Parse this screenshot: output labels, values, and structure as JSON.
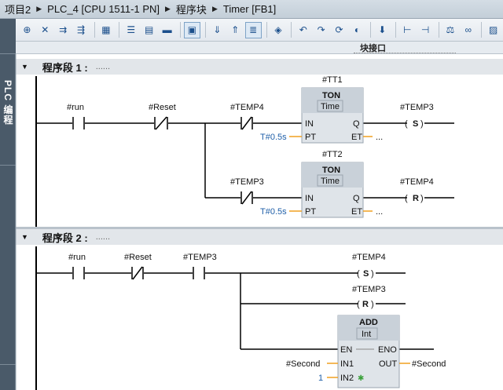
{
  "breadcrumb": [
    "项目2",
    "PLC_4 [CPU 1511-1 PN]",
    "程序块",
    "Timer [FB1]"
  ],
  "toolbar": {
    "buttons": [
      {
        "name": "insert-network-icon",
        "glyph": "⊕"
      },
      {
        "name": "delete-network-icon",
        "glyph": "✕"
      },
      {
        "name": "insert-row-icon",
        "glyph": "⇉"
      },
      {
        "name": "add-row-icon",
        "glyph": "⇶"
      },
      {
        "name": "block-call-icon",
        "glyph": "▦"
      },
      {
        "name": "absolute-operands-icon",
        "glyph": "☰"
      },
      {
        "name": "network-comments-icon",
        "glyph": "▤"
      },
      {
        "name": "favorites-icon",
        "glyph": "▬"
      },
      {
        "name": "comment-toggle-icon",
        "glyph": "▣"
      },
      {
        "name": "open-all-icon",
        "glyph": "⇓"
      },
      {
        "name": "close-all-icon",
        "glyph": "⇑"
      },
      {
        "name": "list-view-icon",
        "glyph": "≣"
      },
      {
        "name": "tag-info-icon",
        "glyph": "◈"
      },
      {
        "name": "goto-previous-error-icon",
        "glyph": "↶"
      },
      {
        "name": "goto-next-error-icon",
        "glyph": "↷"
      },
      {
        "name": "update-calls-icon",
        "glyph": "⟳"
      },
      {
        "name": "monitor-icon",
        "glyph": "◐"
      },
      {
        "name": "download-icon",
        "glyph": "⬇"
      },
      {
        "name": "branch-open-icon",
        "glyph": "⊢"
      },
      {
        "name": "branch-close-icon",
        "glyph": "⊣"
      },
      {
        "name": "compare-icon",
        "glyph": "⚖"
      },
      {
        "name": "glasses-icon",
        "glyph": "∞"
      },
      {
        "name": "navigation-icon",
        "glyph": "▨"
      }
    ]
  },
  "interface_label": "块接口",
  "side_tab": "PLC 编程",
  "network1": {
    "title": "程序段 1 :",
    "dots": "......",
    "contacts": [
      {
        "tag": "#run",
        "type": "NO"
      },
      {
        "tag": "#Reset",
        "type": "NC"
      },
      {
        "tag": "#TEMP4",
        "type": "NC"
      },
      {
        "tag": "#TEMP3",
        "type": "NC"
      }
    ],
    "timers": [
      {
        "instance": "#TT1",
        "type": "TON",
        "sub": "Time",
        "pt": "T#0.5s",
        "in": "IN",
        "q": "Q",
        "pt_pin": "PT",
        "et_pin": "ET",
        "et_value": "..."
      },
      {
        "instance": "#TT2",
        "type": "TON",
        "sub": "Time",
        "pt": "T#0.5s",
        "in": "IN",
        "q": "Q",
        "pt_pin": "PT",
        "et_pin": "ET",
        "et_value": "..."
      }
    ],
    "coils": [
      {
        "tag": "#TEMP3",
        "type": "S"
      },
      {
        "tag": "#TEMP4",
        "type": "R"
      }
    ]
  },
  "network2": {
    "title": "程序段 2 :",
    "dots": "......",
    "contacts": [
      {
        "tag": "#run",
        "type": "NO"
      },
      {
        "tag": "#Reset",
        "type": "NC"
      },
      {
        "tag": "#TEMP3",
        "type": "NO"
      }
    ],
    "coils": [
      {
        "tag": "#TEMP4",
        "type": "S"
      },
      {
        "tag": "#TEMP3",
        "type": "R"
      }
    ],
    "add_box": {
      "type": "ADD",
      "sub": "Int",
      "en": "EN",
      "eno": "ENO",
      "in1": "IN1",
      "in2": "IN2",
      "out": "OUT",
      "in1_value": "#Second",
      "in2_value": "1",
      "out_value": "#Second"
    }
  },
  "colors": {
    "side_tab_bg": "#4a5a69",
    "box_fill": "#dfe4e9",
    "box_header": "#c9d1d9",
    "constant_text": "#1f5fa8",
    "pin_stub": "#f0a020"
  }
}
